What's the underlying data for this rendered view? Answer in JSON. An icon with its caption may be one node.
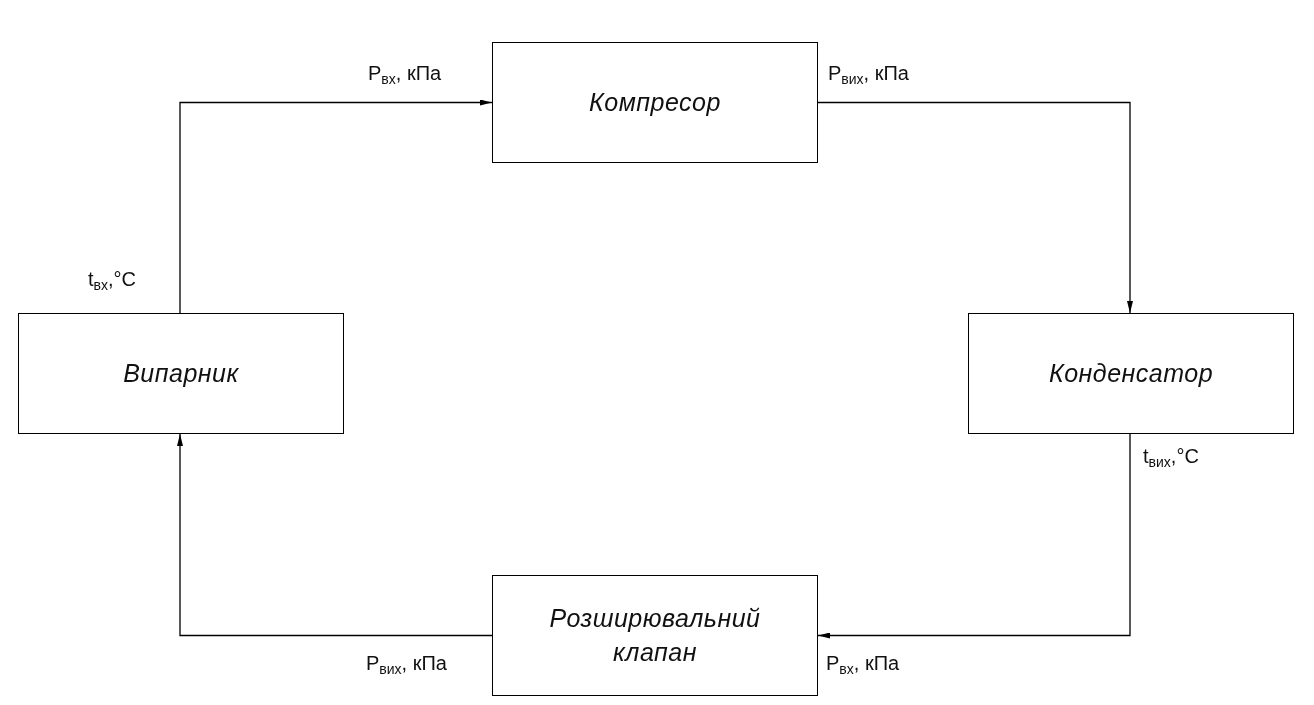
{
  "diagram": {
    "nodes": [
      {
        "text": [
          "Компресор"
        ]
      },
      {
        "text": [
          "Конденсатор"
        ]
      },
      {
        "text": [
          "Розширювальний клапан"
        ]
      },
      {
        "text": [
          "Випарник"
        ]
      }
    ],
    "edges": [
      {
        "from": 0,
        "to": 1,
        "arrow": "to"
      },
      {
        "from": 1,
        "to": 2,
        "arrow": "to"
      },
      {
        "from": 2,
        "to": 3,
        "arrow": "to"
      },
      {
        "from": 3,
        "to": 0,
        "arrow": "to"
      }
    ],
    "labels": [
      "P$_{вх}$, кПа",
      "P$_{вих}$, кПа",
      "t$_{вх}$,°C",
      "t$_{вих}$,°C",
      "P$_{вих}$, кПа",
      "P$_{вх}$, кПа"
    ]
  }
}
